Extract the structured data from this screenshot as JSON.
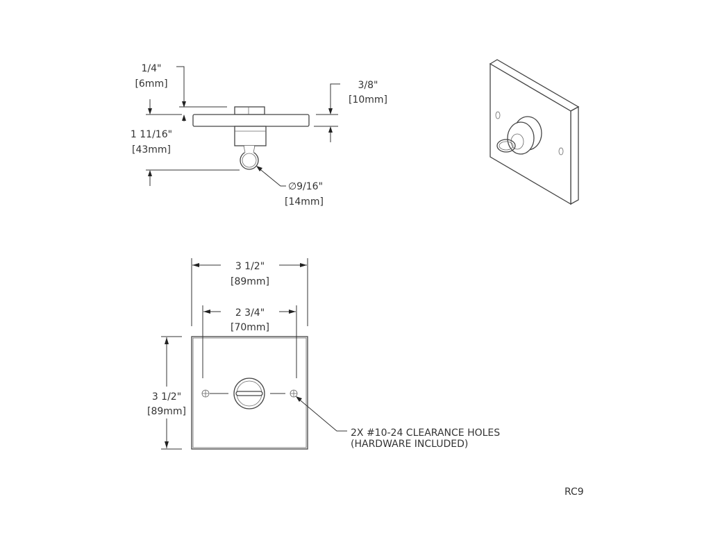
{
  "side_view": {
    "dim_plate_thickness": {
      "imperial": "1/4\"",
      "metric": "[6mm]"
    },
    "dim_overall_height": {
      "imperial": "1 11/16\"",
      "metric": "[43mm]"
    },
    "dim_nut_height": {
      "imperial": "3/8\"",
      "metric": "[10mm]"
    },
    "dim_ring_diameter": {
      "imperial": "∅9/16\"",
      "metric": "[14mm]"
    }
  },
  "top_view": {
    "dim_width": {
      "imperial": "3 1/2\"",
      "metric": "[89mm]"
    },
    "dim_hole_spacing": {
      "imperial": "2 3/4\"",
      "metric": "[70mm]"
    },
    "dim_height": {
      "imperial": "3 1/2\"",
      "metric": "[89mm]"
    },
    "hole_note": {
      "line1": "2X #10-24 CLEARANCE HOLES",
      "line2": "(HARDWARE INCLUDED)"
    }
  },
  "model_code": "RC9"
}
